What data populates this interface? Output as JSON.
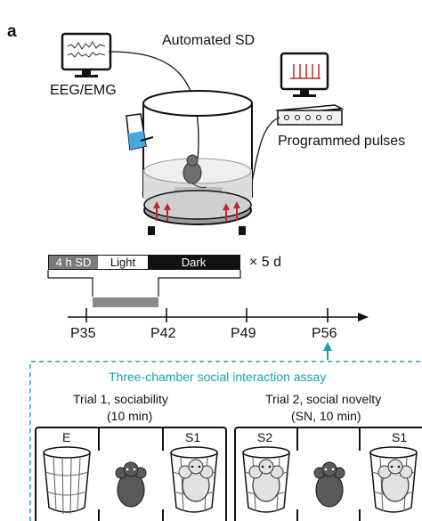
{
  "panel_label": "a",
  "top": {
    "automated_sd": "Automated SD",
    "eeg_emg": "EEG/EMG",
    "programmed_pulses": "Programmed pulses"
  },
  "schedule": {
    "sd": "4 h SD",
    "light": "Light",
    "dark": "Dark",
    "repeat": "× 5 d"
  },
  "timeline": {
    "ticks": [
      "P35",
      "P42",
      "P49",
      "P56"
    ]
  },
  "assay": {
    "title": "Three-chamber social interaction assay",
    "trial1_line1": "Trial 1, sociability",
    "trial1_line2": "(10 min)",
    "trial2_line1": "Trial 2, social novelty",
    "trial2_line2": "(SN, 10 min)",
    "chamber_labels": [
      "E",
      "S1",
      "S2",
      "S1"
    ]
  },
  "colors": {
    "cyan": "#1aa0b6",
    "red_arrow": "#c0282d",
    "sd_gray": "#7a7a7a",
    "water": "#4aa6e0"
  }
}
